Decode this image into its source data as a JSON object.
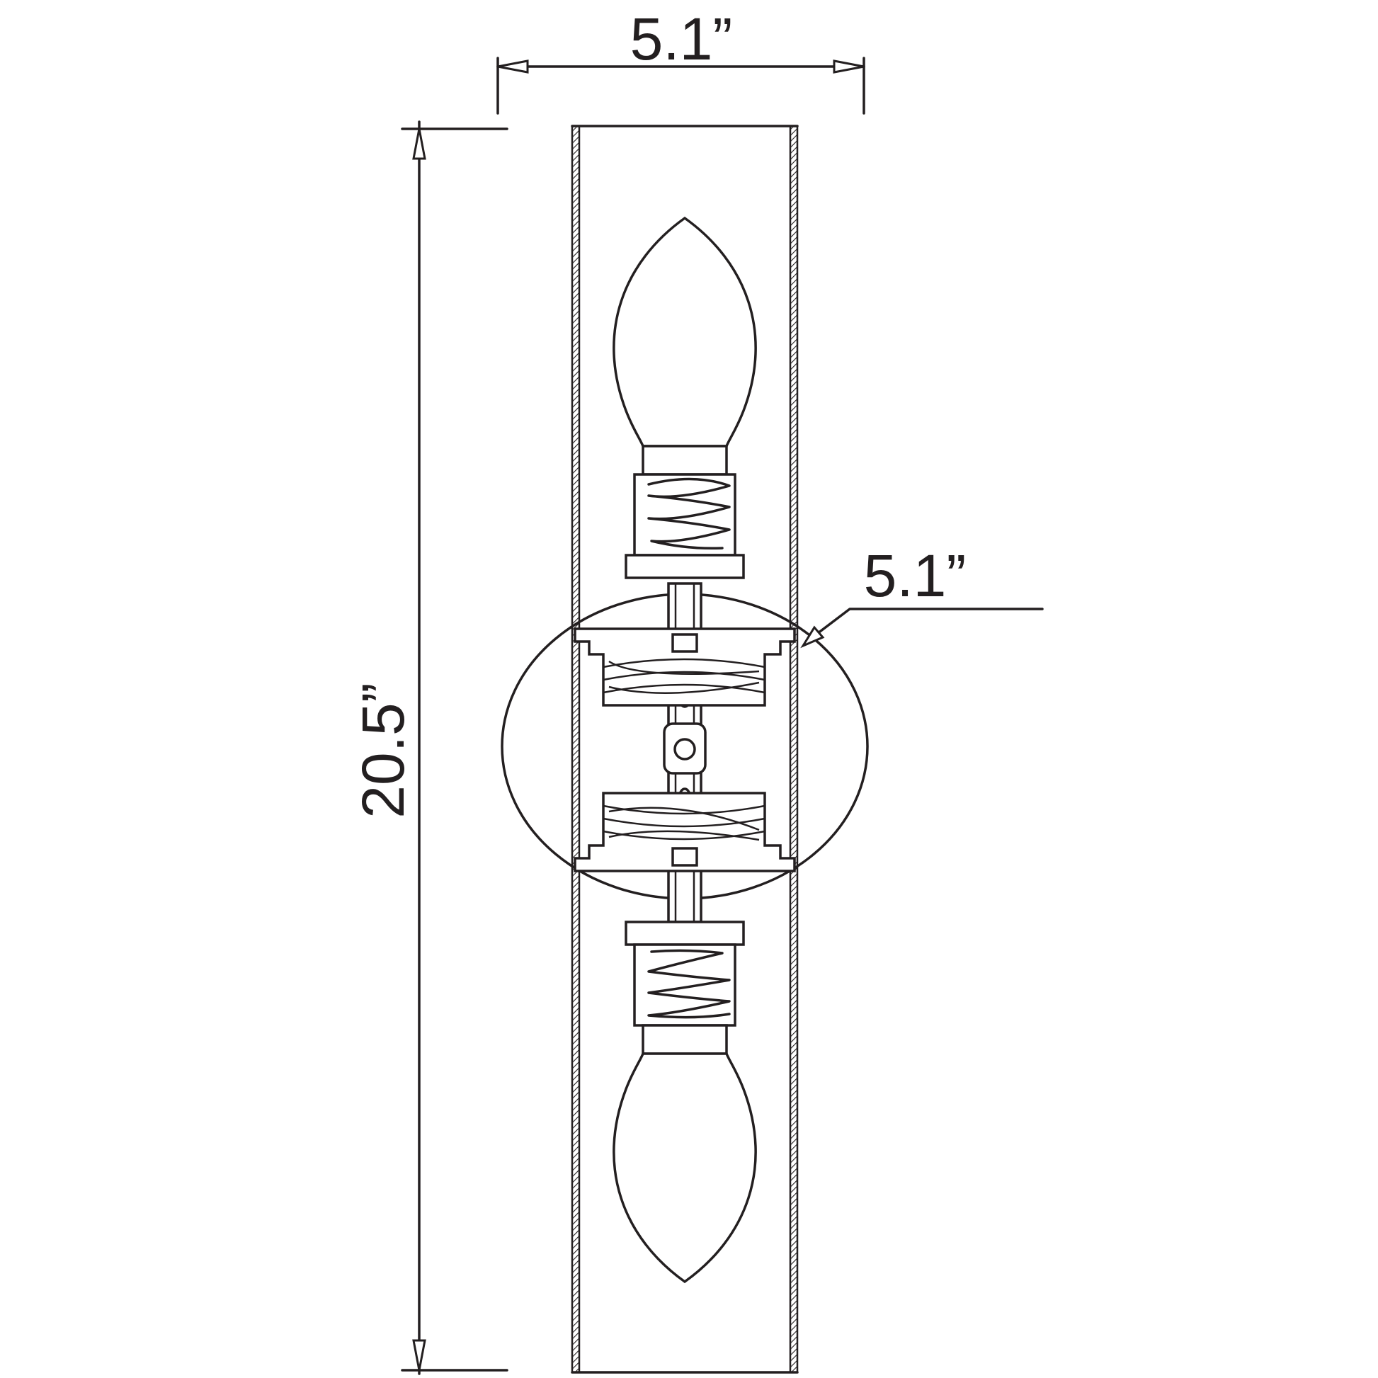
{
  "dimensions": {
    "width_top": "5.1”",
    "height": "20.5”",
    "backplate_width": "5.1”"
  }
}
